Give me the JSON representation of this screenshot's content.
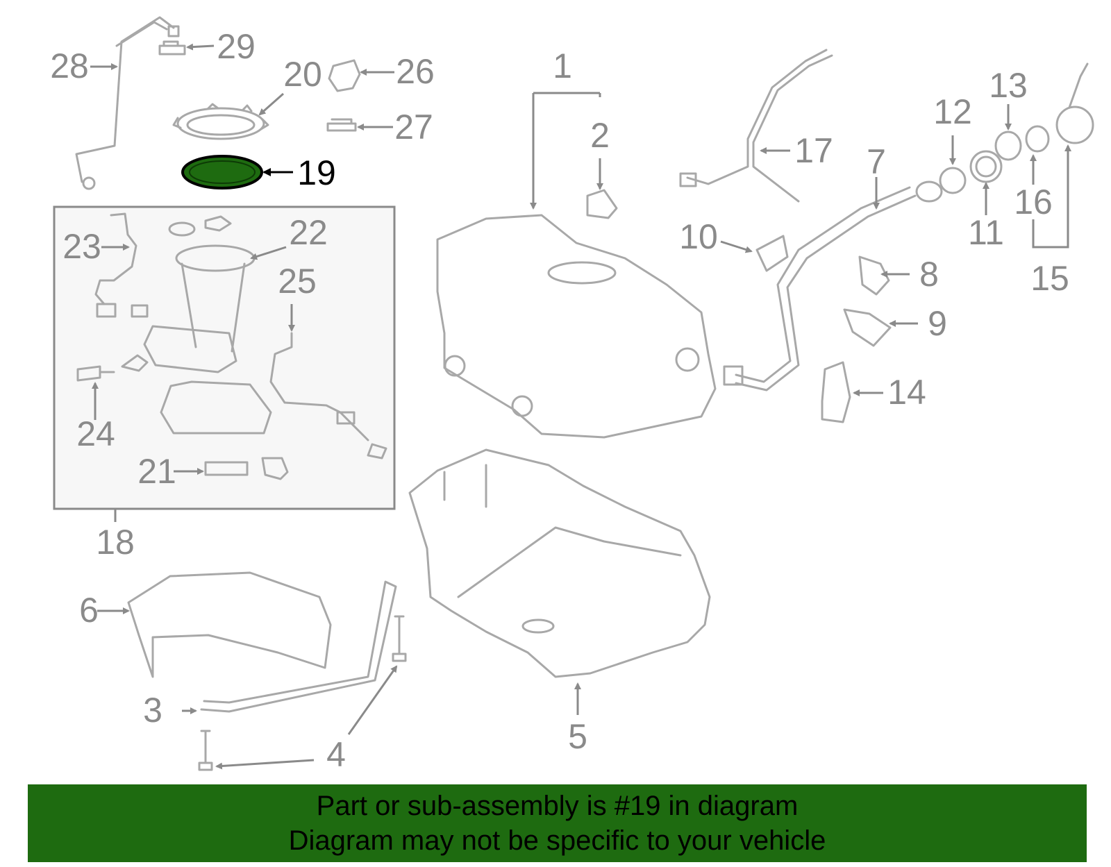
{
  "highlight_part": "19",
  "colors": {
    "highlight": "#1e6b10",
    "line_gray": "#a8a8a8",
    "label_gray": "#8a8a8a",
    "inset_bg": "#f7f7f7"
  },
  "callouts": {
    "c1": "1",
    "c2": "2",
    "c3": "3",
    "c4": "4",
    "c5": "5",
    "c6": "6",
    "c7": "7",
    "c8": "8",
    "c9": "9",
    "c10": "10",
    "c11": "11",
    "c12": "12",
    "c13": "13",
    "c14": "14",
    "c15": "15",
    "c16": "16",
    "c17": "17",
    "c18": "18",
    "c19": "19",
    "c20": "20",
    "c21": "21",
    "c22": "22",
    "c23": "23",
    "c24": "24",
    "c25": "25",
    "c26": "26",
    "c27": "27",
    "c28": "28",
    "c29": "29"
  },
  "banner": {
    "line1": "Part or sub-assembly is #19 in diagram",
    "line2": "Diagram may not be specific to your vehicle"
  }
}
